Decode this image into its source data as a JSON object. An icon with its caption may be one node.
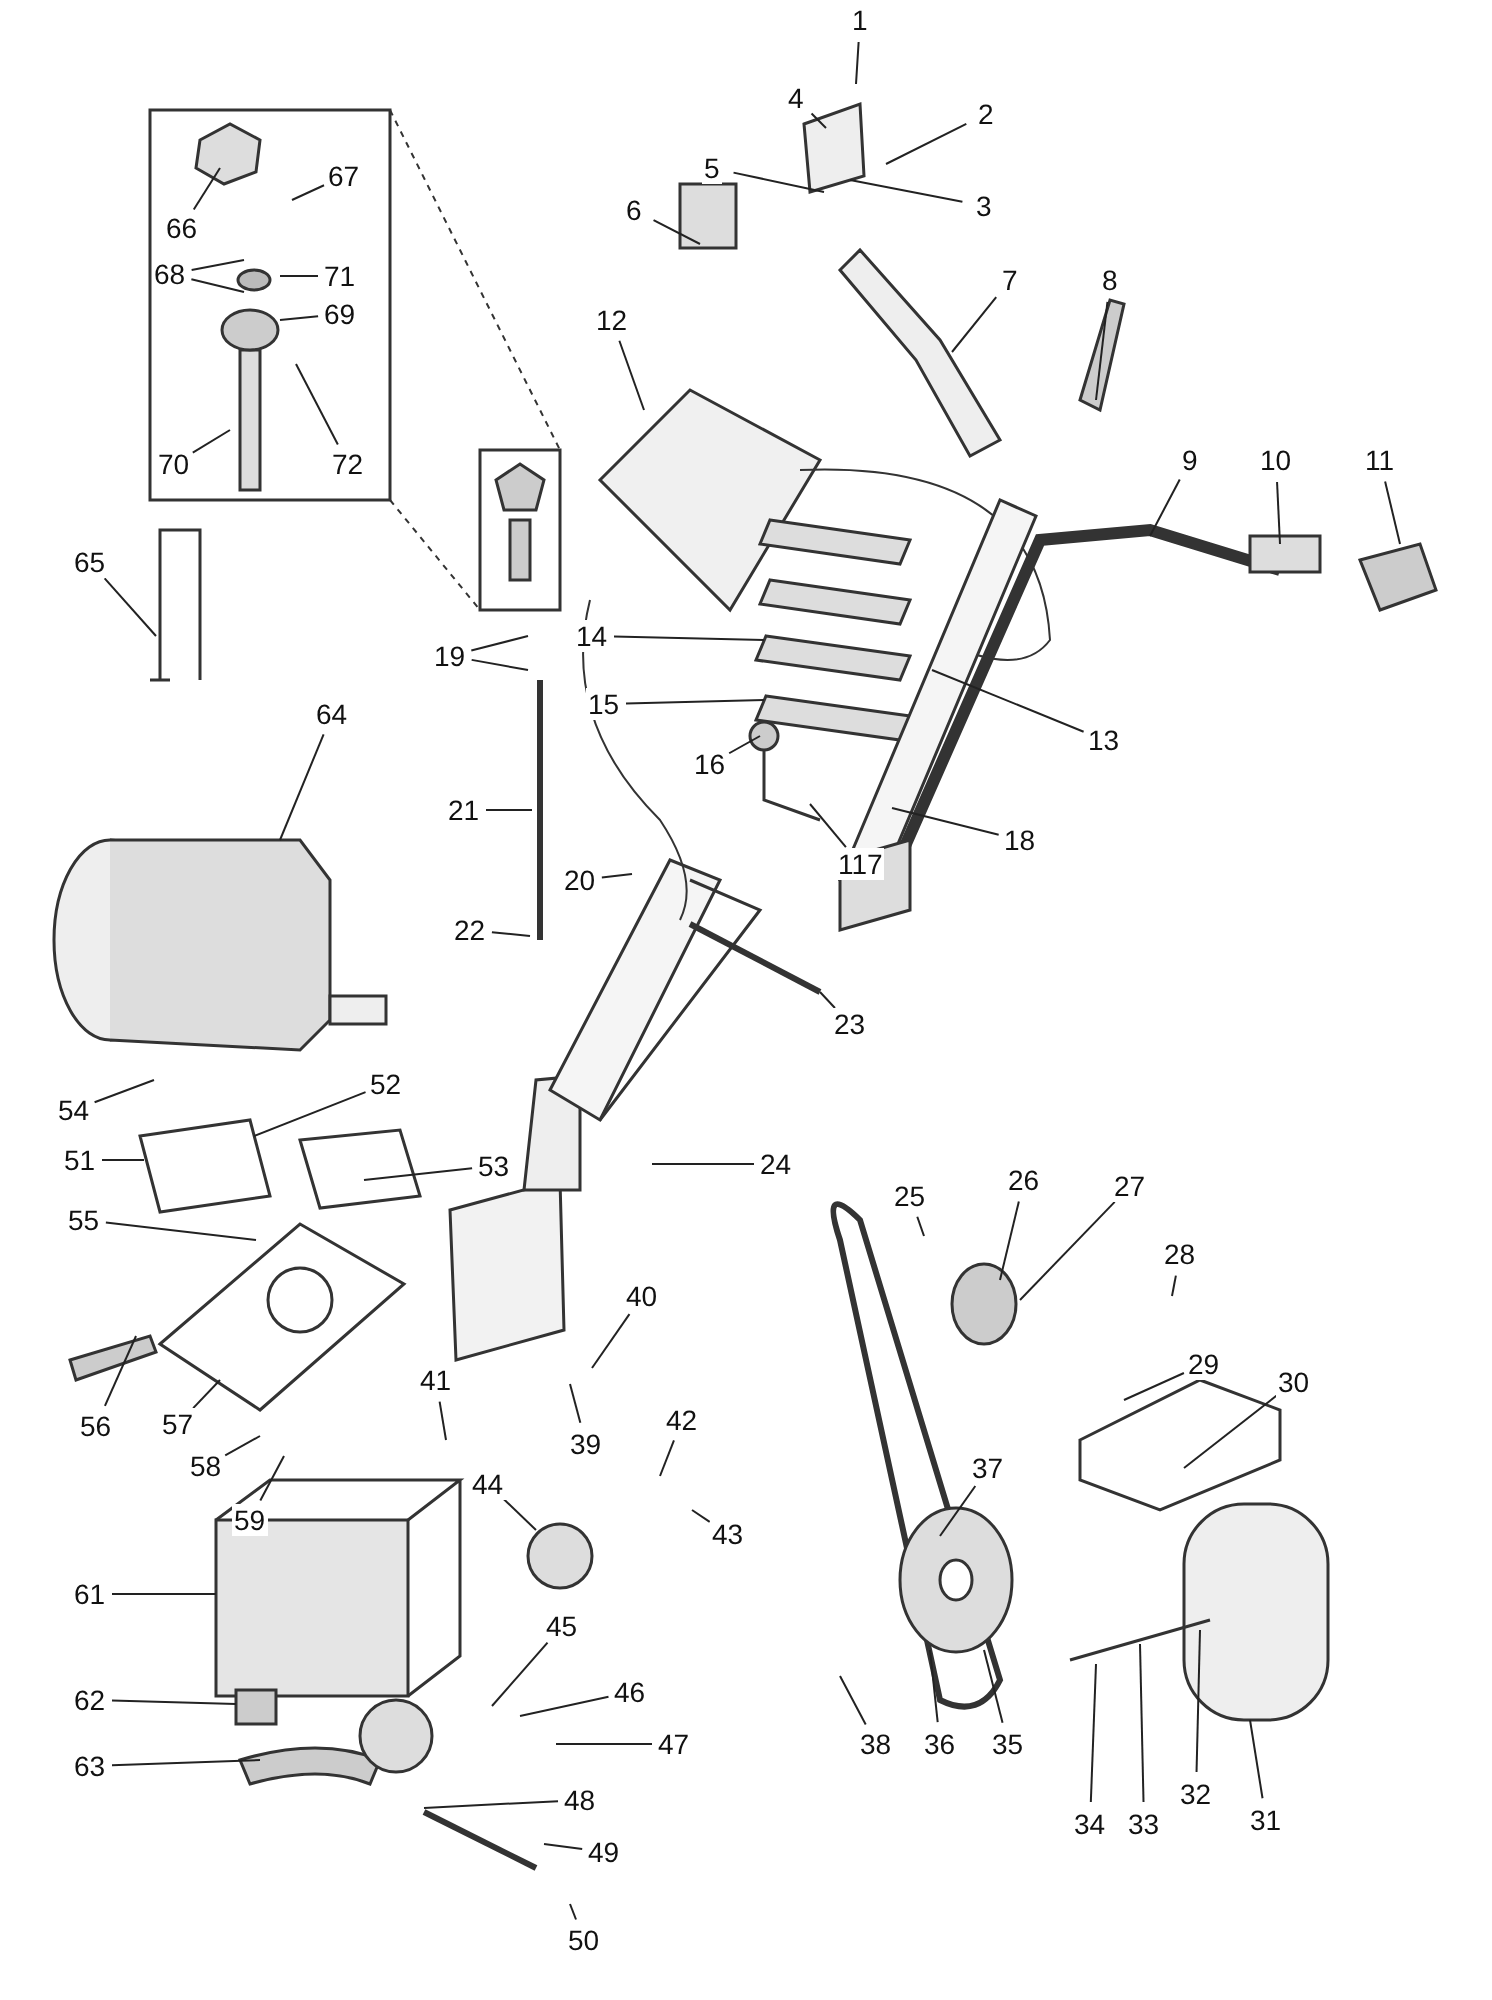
{
  "diagram": {
    "nodes": [
      {
        "text": [
          "1"
        ]
      },
      {
        "text": [
          "2"
        ]
      },
      {
        "text": [
          "3"
        ]
      },
      {
        "text": [
          "4"
        ]
      },
      {
        "text": [
          "5"
        ]
      },
      {
        "text": [
          "6"
        ]
      },
      {
        "text": [
          "7"
        ]
      },
      {
        "text": [
          "8"
        ]
      },
      {
        "text": [
          "9"
        ]
      },
      {
        "text": [
          "10"
        ]
      },
      {
        "text": [
          "11"
        ]
      },
      {
        "text": [
          "12"
        ]
      },
      {
        "text": [
          "13"
        ]
      },
      {
        "text": [
          "14"
        ]
      },
      {
        "text": [
          "15"
        ]
      },
      {
        "text": [
          "16"
        ]
      },
      {
        "text": [
          "117"
        ]
      },
      {
        "text": [
          "18"
        ]
      },
      {
        "text": [
          "19"
        ]
      },
      {
        "text": [
          "20"
        ]
      },
      {
        "text": [
          "21"
        ]
      },
      {
        "text": [
          "22"
        ]
      },
      {
        "text": [
          "23"
        ]
      },
      {
        "text": [
          "24"
        ]
      },
      {
        "text": [
          "25"
        ]
      },
      {
        "text": [
          "26"
        ]
      },
      {
        "text": [
          "27"
        ]
      },
      {
        "text": [
          "28"
        ]
      },
      {
        "text": [
          "29"
        ]
      },
      {
        "text": [
          "30"
        ]
      },
      {
        "text": [
          "31"
        ]
      },
      {
        "text": [
          "32"
        ]
      },
      {
        "text": [
          "33"
        ]
      },
      {
        "text": [
          "34"
        ]
      },
      {
        "text": [
          "35"
        ]
      },
      {
        "text": [
          "36"
        ]
      },
      {
        "text": [
          "37"
        ]
      },
      {
        "text": [
          "38"
        ]
      },
      {
        "text": [
          "39"
        ]
      },
      {
        "text": [
          "40"
        ]
      },
      {
        "text": [
          "41"
        ]
      },
      {
        "text": [
          "42"
        ]
      },
      {
        "text": [
          "43"
        ]
      },
      {
        "text": [
          "44"
        ]
      },
      {
        "text": [
          "45"
        ]
      },
      {
        "text": [
          "46"
        ]
      },
      {
        "text": [
          "47"
        ]
      },
      {
        "text": [
          "48"
        ]
      },
      {
        "text": [
          "49"
        ]
      },
      {
        "text": [
          "50"
        ]
      },
      {
        "text": [
          "51"
        ]
      },
      {
        "text": [
          "52"
        ]
      },
      {
        "text": [
          "53"
        ]
      },
      {
        "text": [
          "54"
        ]
      },
      {
        "text": [
          "55"
        ]
      },
      {
        "text": [
          "56"
        ]
      },
      {
        "text": [
          "57"
        ]
      },
      {
        "text": [
          "58"
        ]
      },
      {
        "text": [
          "59"
        ]
      },
      {
        "text": [
          "61"
        ]
      },
      {
        "text": [
          "62"
        ]
      },
      {
        "text": [
          "63"
        ]
      },
      {
        "text": [
          "64"
        ]
      },
      {
        "text": [
          "65"
        ]
      },
      {
        "text": [
          "66"
        ]
      },
      {
        "text": [
          "67"
        ]
      },
      {
        "text": [
          "68"
        ]
      },
      {
        "text": [
          "69"
        ]
      },
      {
        "text": [
          "70"
        ]
      },
      {
        "text": [
          "71"
        ]
      },
      {
        "text": [
          "72"
        ]
      }
    ],
    "edges": [
      {
        "from": 0,
        "to": null,
        "arrow": "none"
      },
      {
        "from": 1,
        "to": null,
        "arrow": "none"
      },
      {
        "from": 2,
        "to": null,
        "arrow": "none"
      },
      {
        "from": 3,
        "to": null,
        "arrow": "none"
      },
      {
        "from": 4,
        "to": null,
        "arrow": "none"
      },
      {
        "from": 5,
        "to": null,
        "arrow": "none"
      },
      {
        "from": 6,
        "to": null,
        "arrow": "none"
      },
      {
        "from": 7,
        "to": null,
        "arrow": "none"
      },
      {
        "from": 8,
        "to": null,
        "arrow": "none"
      },
      {
        "from": 9,
        "to": null,
        "arrow": "none"
      },
      {
        "from": 10,
        "to": null,
        "arrow": "none"
      },
      {
        "from": 11,
        "to": null,
        "arrow": "none"
      },
      {
        "from": 12,
        "to": null,
        "arrow": "none"
      },
      {
        "from": 13,
        "to": null,
        "arrow": "none"
      },
      {
        "from": 14,
        "to": null,
        "arrow": "none"
      },
      {
        "from": 15,
        "to": null,
        "arrow": "none"
      },
      {
        "from": 16,
        "to": null,
        "arrow": "none"
      },
      {
        "from": 17,
        "to": null,
        "arrow": "none"
      },
      {
        "from": 18,
        "to": null,
        "arrow": "none"
      },
      {
        "from": 18,
        "to": null,
        "arrow": "none"
      },
      {
        "from": 19,
        "to": null,
        "arrow": "none"
      },
      {
        "from": 20,
        "to": null,
        "arrow": "none"
      },
      {
        "from": 21,
        "to": null,
        "arrow": "none"
      },
      {
        "from": 22,
        "to": null,
        "arrow": "none"
      },
      {
        "from": 23,
        "to": null,
        "arrow": "none"
      },
      {
        "from": 24,
        "to": null,
        "arrow": "none"
      },
      {
        "from": 25,
        "to": null,
        "arrow": "none"
      },
      {
        "from": 26,
        "to": null,
        "arrow": "none"
      },
      {
        "from": 27,
        "to": null,
        "arrow": "none"
      },
      {
        "from": 28,
        "to": null,
        "arrow": "none"
      },
      {
        "from": 29,
        "to": null,
        "arrow": "none"
      },
      {
        "from": 30,
        "to": null,
        "arrow": "none"
      },
      {
        "from": 31,
        "to": null,
        "arrow": "none"
      },
      {
        "from": 32,
        "to": null,
        "arrow": "none"
      },
      {
        "from": 33,
        "to": null,
        "arrow": "none"
      },
      {
        "from": 34,
        "to": null,
        "arrow": "none"
      },
      {
        "from": 35,
        "to": null,
        "arrow": "none"
      },
      {
        "from": 36,
        "to": null,
        "arrow": "none"
      },
      {
        "from": 37,
        "to": null,
        "arrow": "none"
      },
      {
        "from": 38,
        "to": null,
        "arrow": "none"
      },
      {
        "from": 39,
        "to": null,
        "arrow": "none"
      },
      {
        "from": 40,
        "to": null,
        "arrow": "none"
      },
      {
        "from": 41,
        "to": null,
        "arrow": "none"
      },
      {
        "from": 42,
        "to": null,
        "arrow": "none"
      },
      {
        "from": 43,
        "to": null,
        "arrow": "none"
      },
      {
        "from": 44,
        "to": null,
        "arrow": "none"
      },
      {
        "from": 45,
        "to": null,
        "arrow": "none"
      },
      {
        "from": 46,
        "to": null,
        "arrow": "none"
      },
      {
        "from": 47,
        "to": null,
        "arrow": "none"
      },
      {
        "from": 48,
        "to": null,
        "arrow": "none"
      },
      {
        "from": 49,
        "to": null,
        "arrow": "none"
      },
      {
        "from": 50,
        "to": null,
        "arrow": "none"
      },
      {
        "from": 51,
        "to": null,
        "arrow": "none"
      },
      {
        "from": 52,
        "to": null,
        "arrow": "none"
      },
      {
        "from": 53,
        "to": null,
        "arrow": "none"
      },
      {
        "from": 54,
        "to": null,
        "arrow": "none"
      },
      {
        "from": 55,
        "to": null,
        "arrow": "none"
      },
      {
        "from": 56,
        "to": null,
        "arrow": "none"
      },
      {
        "from": 57,
        "to": null,
        "arrow": "none"
      },
      {
        "from": 58,
        "to": null,
        "arrow": "none"
      },
      {
        "from": 59,
        "to": null,
        "arrow": "none"
      },
      {
        "from": 60,
        "to": null,
        "arrow": "none"
      },
      {
        "from": 61,
        "to": null,
        "arrow": "none"
      },
      {
        "from": 62,
        "to": null,
        "arrow": "none"
      },
      {
        "from": 63,
        "to": null,
        "arrow": "none"
      },
      {
        "from": 64,
        "to": null,
        "arrow": "none"
      },
      {
        "from": 65,
        "to": null,
        "arrow": "none"
      },
      {
        "from": 66,
        "to": null,
        "arrow": "none"
      },
      {
        "from": 66,
        "to": null,
        "arrow": "none"
      },
      {
        "from": 67,
        "to": null,
        "arrow": "none"
      },
      {
        "from": 68,
        "to": null,
        "arrow": "none"
      },
      {
        "from": 69,
        "to": null,
        "arrow": "none"
      },
      {
        "from": 70,
        "to": null,
        "arrow": "none"
      }
    ]
  }
}
